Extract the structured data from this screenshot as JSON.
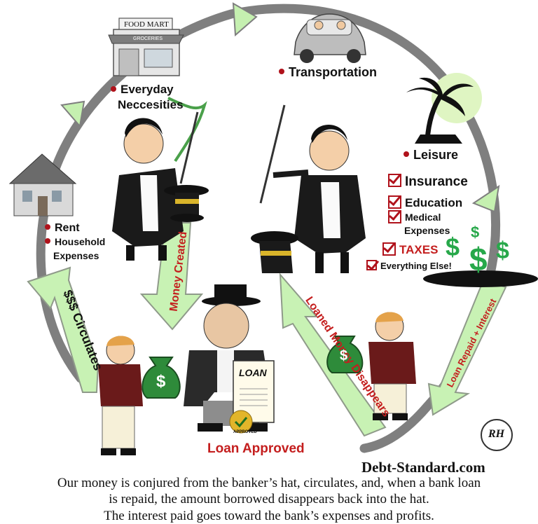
{
  "cycle": {
    "food_mart_sign": "FOOD MART",
    "food_mart_awning": "GROCERIES",
    "everyday": "Everyday",
    "necessities": "Neccesities",
    "transportation": "Transportation",
    "leisure": "Leisure",
    "insurance": "Insurance",
    "education": "Education",
    "medical": "Medical",
    "expenses": "Expenses",
    "taxes": "TAXES",
    "everything_else": "Everything Else!",
    "rent": "Rent",
    "household": "Household",
    "household_expenses": "Expenses"
  },
  "arrows": {
    "money_created": "Money Created",
    "circulates": "$$$ Circulates",
    "loaned_disappears": "Loaned Money Disappears",
    "loan_repaid": "Loan Repaid + Interest"
  },
  "loan": {
    "document_title": "LOAN",
    "approved_seal": "APPROVED",
    "approved_label": "Loan Approved"
  },
  "bag_symbol": "$",
  "dollar_signs": [
    "$",
    "$",
    "$",
    "$"
  ],
  "logo_initials": "RH",
  "site": "Debt-Standard.com",
  "caption": {
    "line1": "Our money is conjured from the banker’s hat, circulates, and, when a bank loan",
    "line2": "is repaid, the amount borrowed disappears back into the hat.",
    "line3": "The interest paid goes toward the bank’s expenses and profits."
  },
  "colors": {
    "cycle_ring": "#7f7f7f",
    "cycle_arrowhead": "#c5f0b0",
    "flow_arrow_fill": "#c8f2b4",
    "flow_arrow_text": "#c41e1e",
    "bullet_red": "#b0121b",
    "money_green": "#27a84a"
  }
}
